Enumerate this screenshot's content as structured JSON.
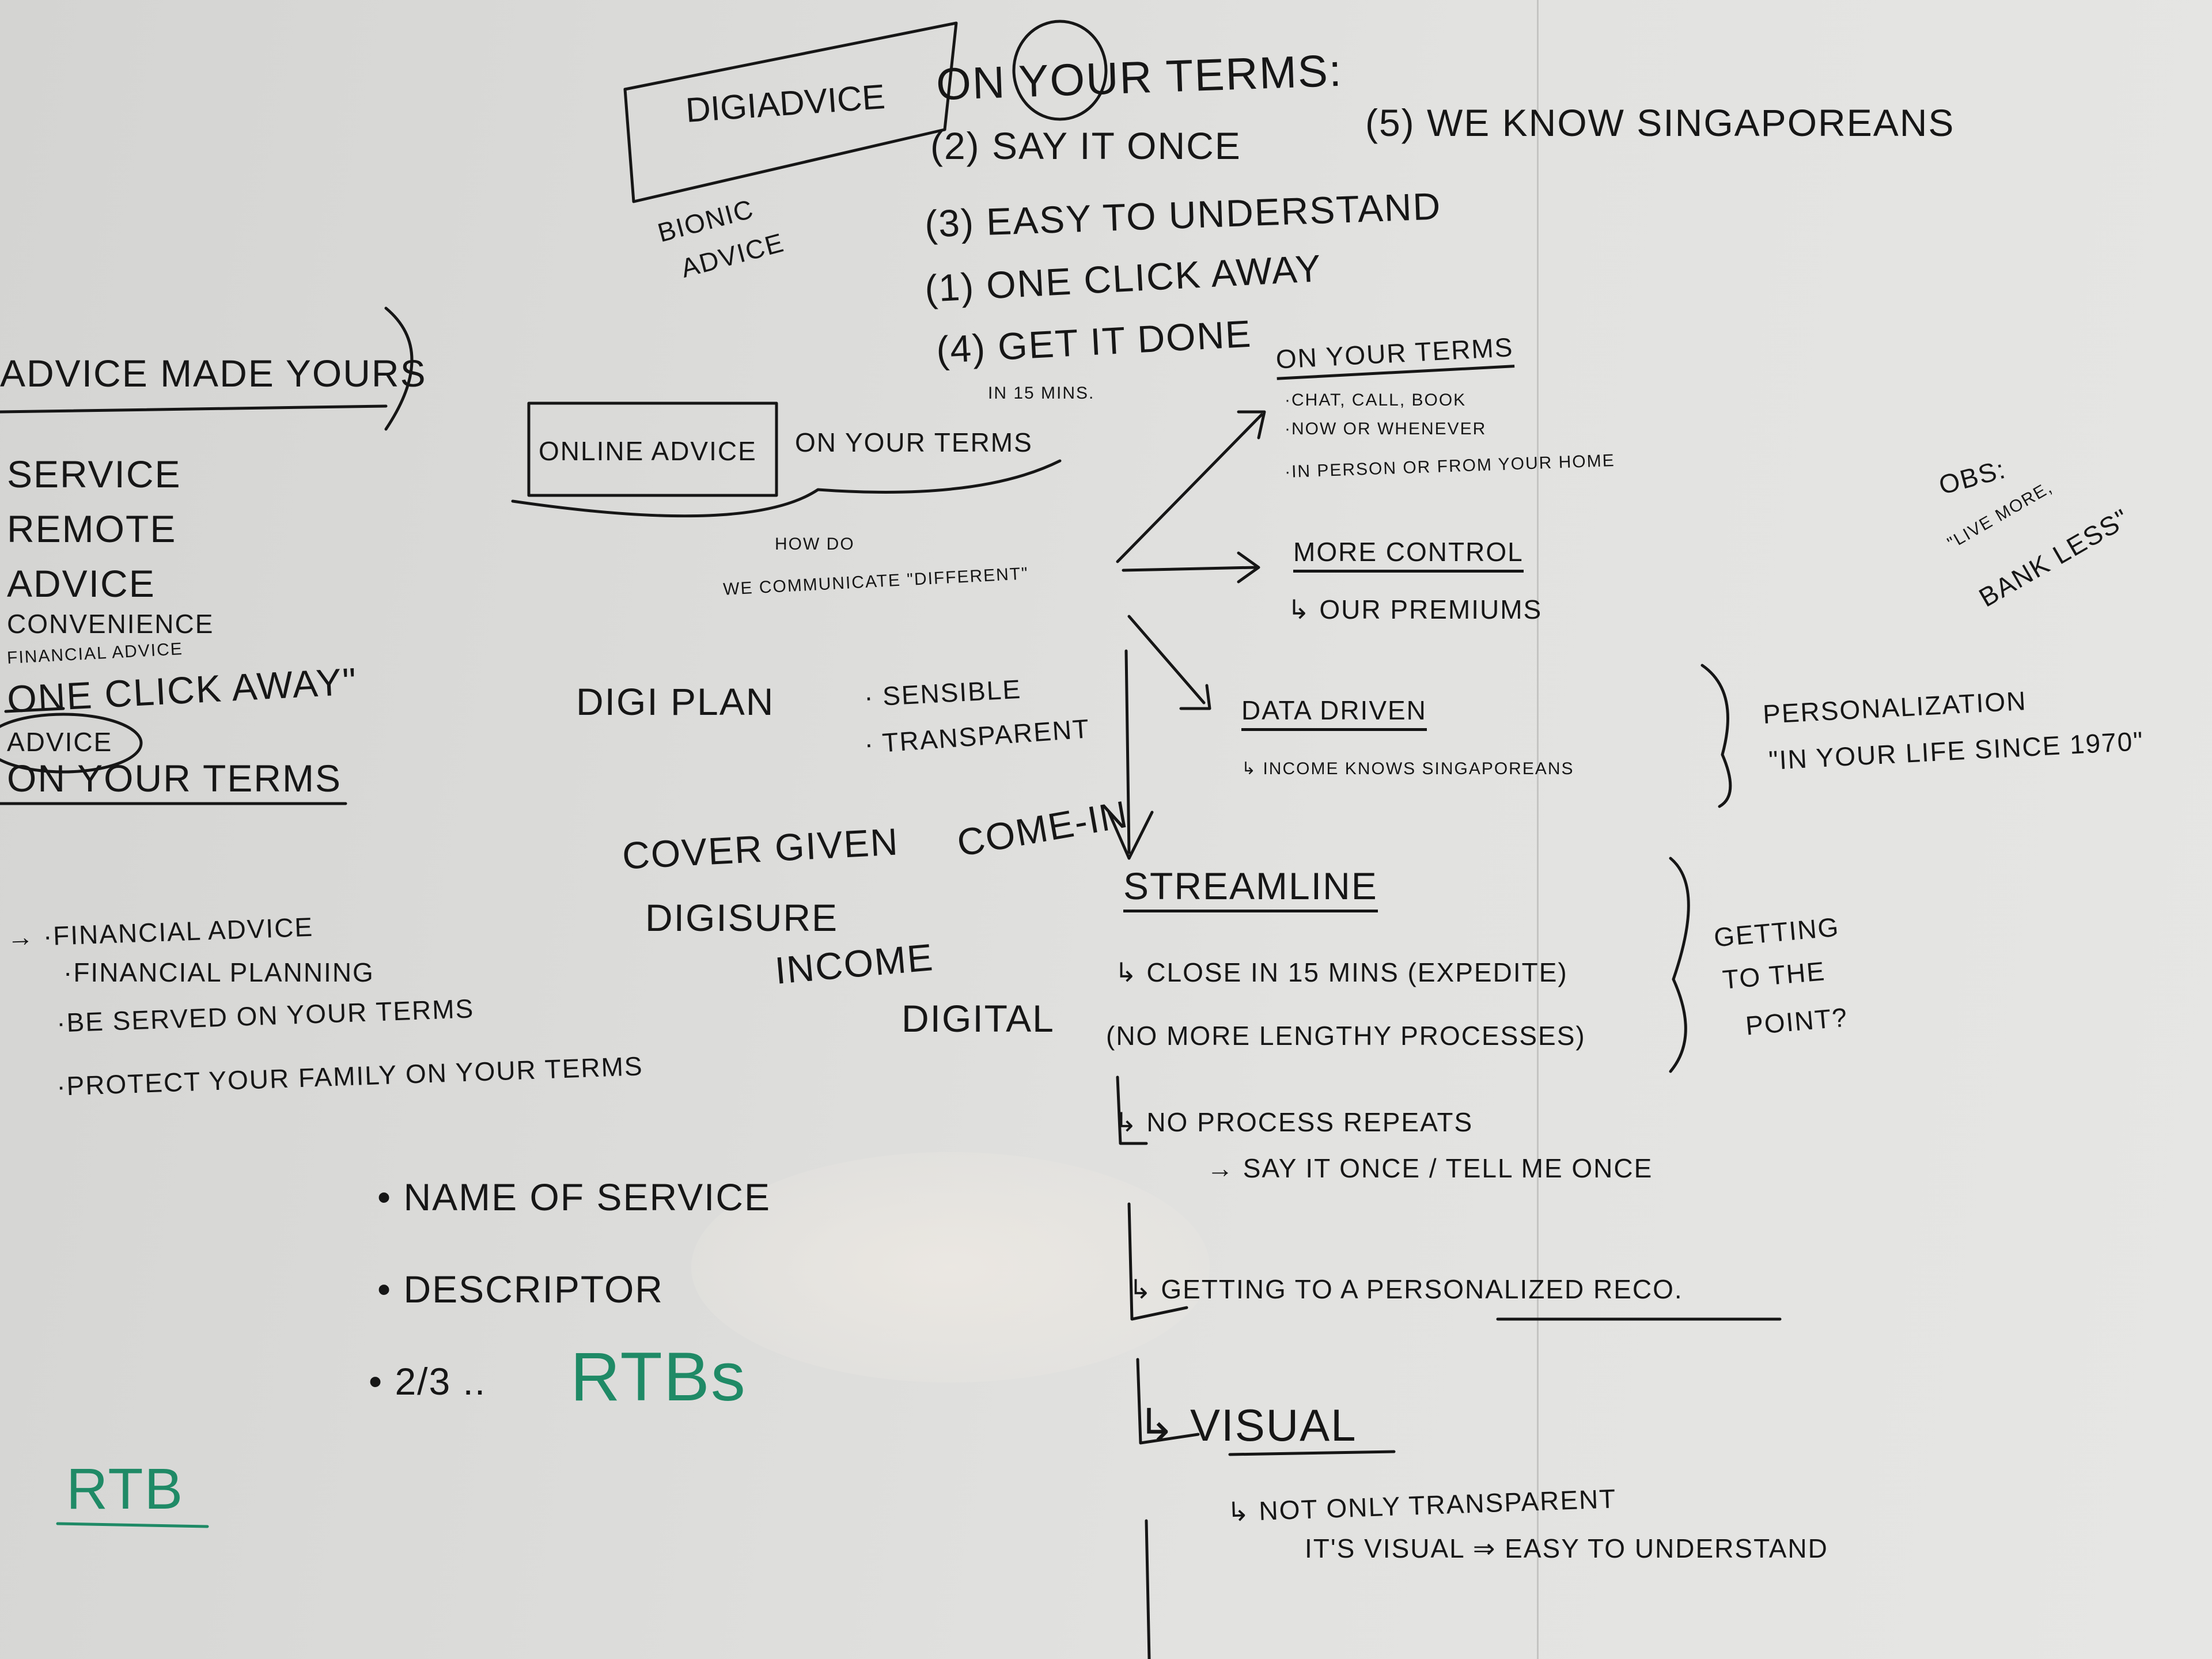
{
  "header": {
    "box_title": "DIGIADVICE",
    "subtitle": "ON YOUR TERMS:",
    "bionic": [
      "BIONIC",
      "ADVICE"
    ],
    "pillars": [
      "(2) SAY IT ONCE",
      "(3) EASY TO UNDERSTAND",
      "(1) ONE CLICK AWAY",
      "(4) GET IT DONE"
    ],
    "pillar_note": "IN 15 MINS.",
    "pillar_5": "(5) WE KNOW SINGAPOREANS"
  },
  "left": {
    "title": "ADVICE MADE YOURS",
    "words": [
      "SERVICE",
      "REMOTE",
      "ADVICE",
      "CONVENIENCE",
      "FINANCIAL ADVICE",
      "ONE CLICK AWAY\"",
      "ADVICE",
      "ON YOUR TERMS"
    ],
    "bullets": [
      "→ ·FINANCIAL ADVICE",
      "·FINANCIAL PLANNING",
      "·BE SERVED ON YOUR TERMS",
      "·PROTECT YOUR FAMILY ON YOUR TERMS"
    ]
  },
  "center": {
    "boxed": "ONLINE ADVICE",
    "boxed_suffix": "ON YOUR TERMS",
    "question": [
      "HOW DO",
      "WE COMMUNICATE \"DIFFERENT\""
    ],
    "digiplan": "DIGI PLAN",
    "attributes": [
      "· SENSIBLE",
      "· TRANSPARENT"
    ],
    "products": [
      "COVER GIVEN",
      "COME-IN",
      "DIGISURE",
      "INCOME",
      "DIGITAL"
    ],
    "checklist": [
      "• NAME OF SERVICE",
      "• DESCRIPTOR",
      "• 2/3 .."
    ],
    "rtbs": "RTBs",
    "rtb": "RTB"
  },
  "right": {
    "on_your_terms": {
      "title": "ON YOUR TERMS",
      "items": [
        "·CHAT, CALL, BOOK",
        "·NOW OR WHENEVER",
        "·IN PERSON OR FROM YOUR HOME"
      ]
    },
    "more_control": {
      "title": "MORE CONTROL",
      "sub": "↳ OUR PREMIUMS"
    },
    "data_driven": {
      "title": "DATA DRIVEN",
      "sub": "↳ INCOME KNOWS SINGAPOREANS"
    },
    "personalization": [
      "PERSONALIZATION",
      "\"IN YOUR LIFE SINCE 1970\""
    ],
    "obs": [
      "OBS:",
      "\"LIVE MORE,",
      "BANK LESS\""
    ],
    "streamline": {
      "title": "STREAMLINE",
      "items": [
        "↳ CLOSE IN 15 MINS (EXPEDITE)",
        "(NO MORE LENGTHY PROCESSES)"
      ],
      "note": [
        "GETTING",
        "TO THE",
        "POINT?"
      ]
    },
    "no_process": {
      "title": "↳ NO PROCESS REPEATS",
      "sub": "→ SAY IT ONCE / TELL ME ONCE"
    },
    "personalized": "↳ GETTING TO A PERSONALIZED RECO.",
    "visual": {
      "title": "↳ VISUAL",
      "items": [
        "↳ NOT ONLY TRANSPARENT",
        "IT'S VISUAL ⇒ EASY TO UNDERSTAND"
      ]
    }
  }
}
